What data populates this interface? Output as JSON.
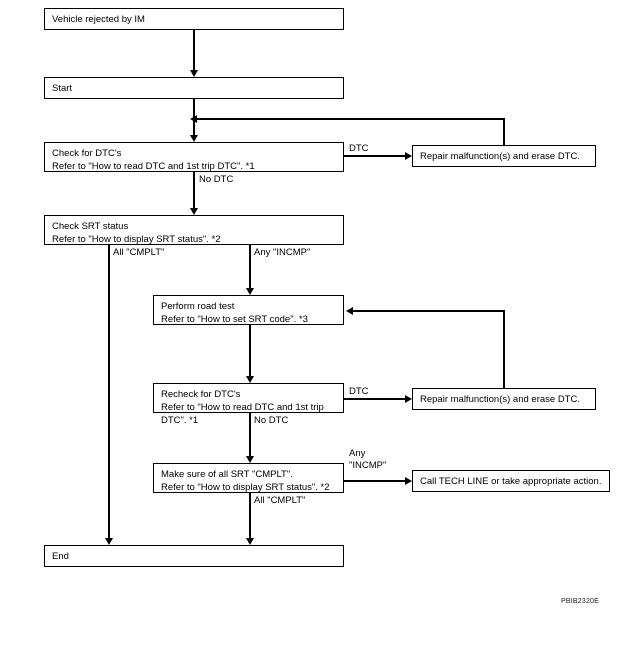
{
  "diagram": {
    "title": "IM vehicle rejection SRT / DTC inspection flow",
    "reference_code": "PBIB2320E",
    "line_color": "#000000",
    "background_color": "#ffffff"
  },
  "nodes": {
    "vehicle_rejected": "Vehicle rejected by IM",
    "start": "Start",
    "check_dtc": "Check for DTC's\nRefer to \"How to read DTC and 1st trip DTC\". *1",
    "repair_dtc_1": "Repair malfunction(s) and erase DTC.",
    "check_srt": "Check SRT status\nRefer to \"How to display SRT status\". *2",
    "road_test": "Perform road test\nRefer to \"How to set SRT code\". *3",
    "recheck_dtc": "Recheck for DTC's\nRefer to \"How to read DTC and 1st trip DTC\". *1",
    "repair_dtc_2": "Repair malfunction(s) and erase DTC.",
    "make_sure_srt": "Make sure of all SRT \"CMPLT\".\nRefer to \"How to display SRT status\". *2",
    "call_tech_line": "Call TECH LINE or take appropriate action.",
    "end": "End"
  },
  "edge_labels": {
    "dtc_1": "DTC",
    "no_dtc_1": "No DTC",
    "all_cmplt_1": "All \"CMPLT\"",
    "any_incmp_1": "Any \"INCMP\"",
    "dtc_2": "DTC",
    "no_dtc_2": "No DTC",
    "any_incmp_2": "Any\n\"INCMP\"",
    "all_cmplt_2": "All \"CMPLT\""
  }
}
